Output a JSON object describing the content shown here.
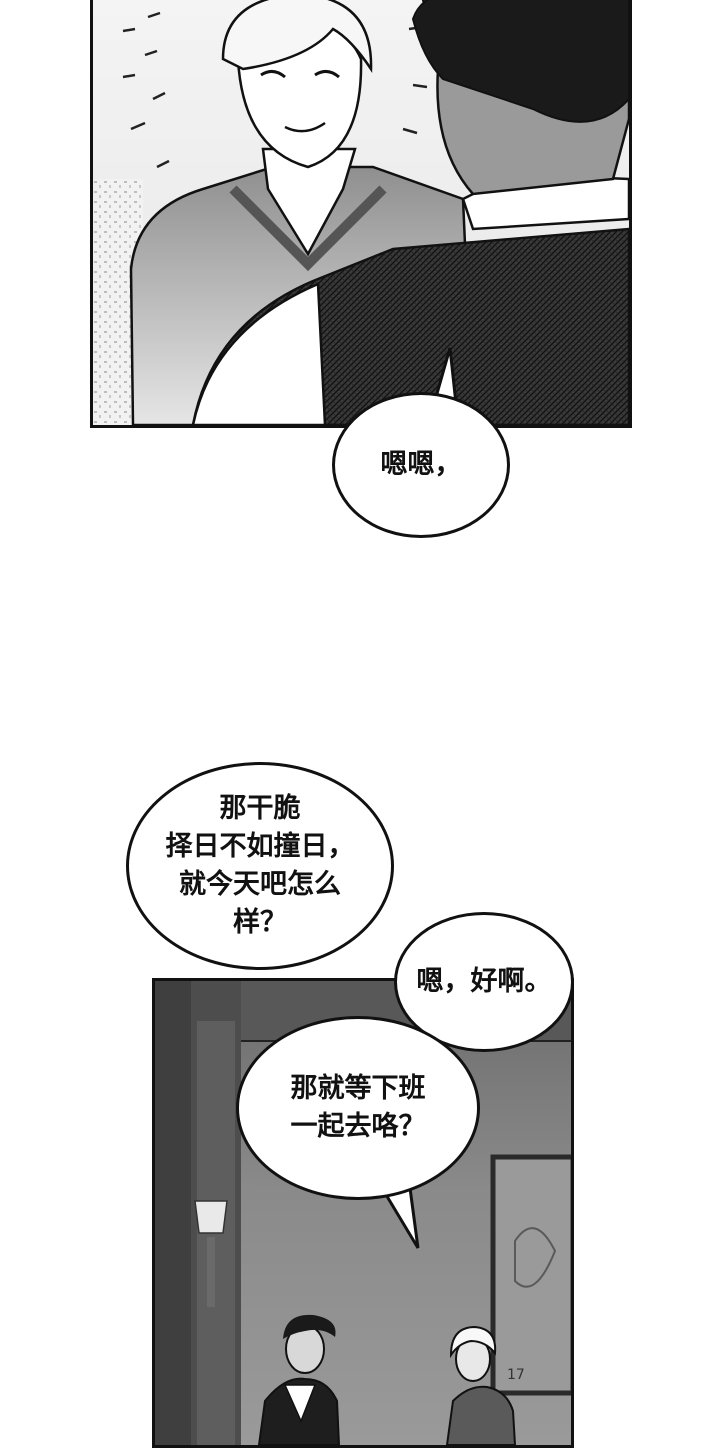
{
  "bubbles": {
    "b1": "嗯嗯，",
    "b2": "那干脆\n择日不如撞日，\n就今天吧怎么\n样？",
    "b3": "嗯，好啊。",
    "b4": "那就等下班\n一起去咯？"
  },
  "poster_number": "17",
  "colors": {
    "ink": "#111111",
    "panel_bg": "#f0f0f0",
    "room": "#7a7a7a"
  }
}
